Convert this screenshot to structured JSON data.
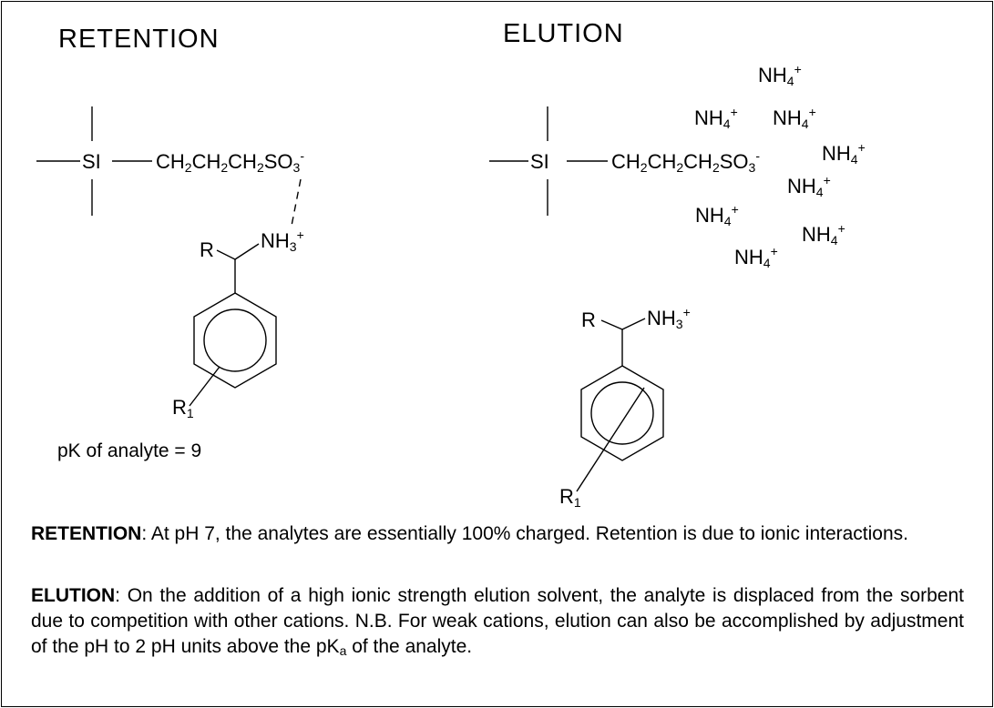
{
  "headings": {
    "retention": "RETENTION",
    "elution": "ELUTION"
  },
  "retention_panel": {
    "si_label": "SI",
    "chain": [
      "CH",
      "2",
      "CH",
      "2",
      "CH",
      "2",
      "SO",
      "3",
      "-"
    ],
    "r_label": "R",
    "nh3": [
      "NH",
      "3",
      "+"
    ],
    "r1": [
      "R",
      "1"
    ],
    "pk_text": "pK of analyte = 9"
  },
  "elution_panel": {
    "si_label": "SI",
    "chain": [
      "CH",
      "2",
      "CH",
      "2",
      "CH",
      "2",
      "SO",
      "3",
      "-"
    ],
    "r_label": "R",
    "nh3": [
      "NH",
      "3",
      "+"
    ],
    "r1": [
      "R",
      "1"
    ],
    "ammonium": [
      "NH",
      "4",
      "+"
    ]
  },
  "descriptions": {
    "retention": {
      "label": "RETENTION",
      "text": ": At pH 7, the analytes are essentially 100% charged.  Retention is due to ionic interactions."
    },
    "elution": {
      "label": "ELUTION",
      "text": ": On the addition of a high ionic strength elution solvent, the analyte is displaced from the sorbent due to competition with other cations.  N.B. For weak cations, elution can also be accomplished by adjustment of the pH to 2 pH units above the pK",
      "sub": "a",
      "tail": " of the analyte."
    }
  }
}
